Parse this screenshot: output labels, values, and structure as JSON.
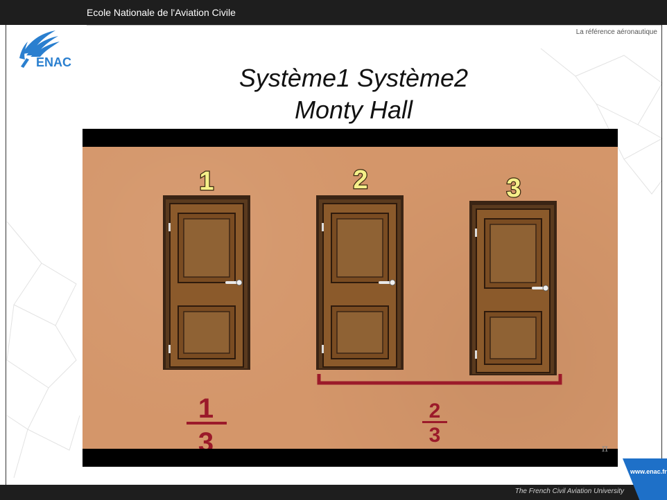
{
  "header": {
    "institution": "Ecole Nationale de l'Aviation Civile",
    "tagline": "La référence aéronautique"
  },
  "logo": {
    "text": "ENAC"
  },
  "slide": {
    "title_line1": "Système1 Système2",
    "title_line2": "Monty Hall"
  },
  "video": {
    "doors": [
      {
        "number": "1"
      },
      {
        "number": "2"
      },
      {
        "number": "3"
      }
    ],
    "fraction_left": {
      "numerator": "1",
      "denominator": "3"
    },
    "fraction_right": {
      "numerator": "2",
      "denominator": "3"
    },
    "watermark": "π"
  },
  "footer": {
    "university": "The French Civil Aviation University",
    "website": "www.enac.fr"
  },
  "colors": {
    "bar": "#1e1e1e",
    "accent_blue": "#1e70c8",
    "cardboard": "#d4966a",
    "door": "#8b5a2b",
    "fraction_red": "#9b1a2a",
    "number_yellow": "#f5f08a"
  }
}
